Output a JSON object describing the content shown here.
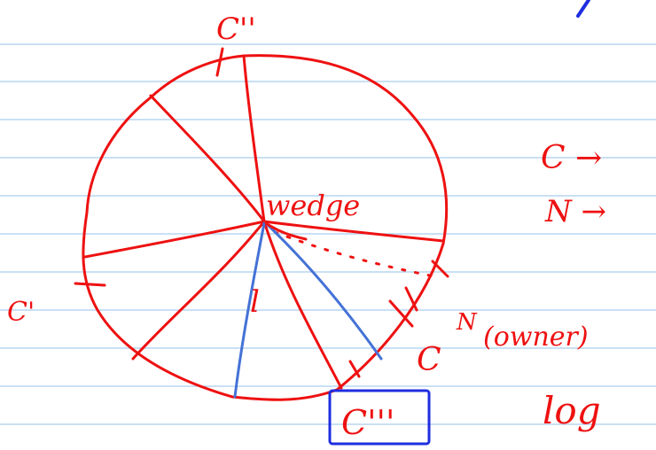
{
  "colors": {
    "ruled_line": "#a9cdee",
    "ink_red": "#ee1111",
    "ink_blue": "#1e2ee0",
    "background": "#ffffff"
  },
  "labels": {
    "node_top": "C''",
    "node_left": "C'",
    "center": "wedge",
    "ell": "l",
    "node_c": "C",
    "node_n": "N",
    "owner": "(owner)",
    "boxed_node": "C'''",
    "right_c_arrow": "C →",
    "right_n_arrow": "N →",
    "log_text": "log"
  }
}
